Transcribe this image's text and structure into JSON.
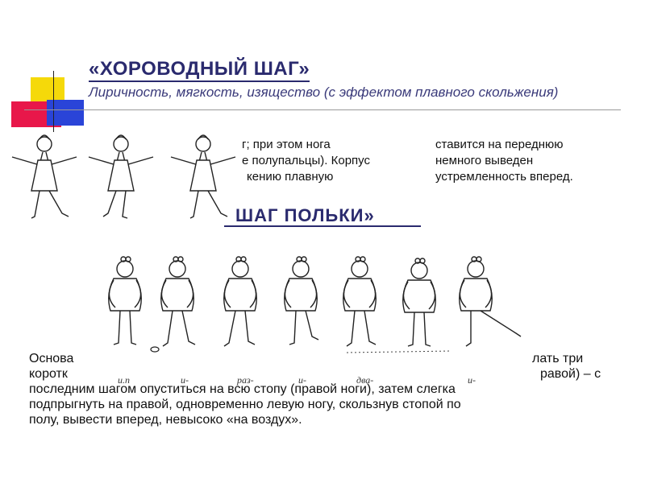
{
  "title": "«ХОРОВОДНЫЙ  ШАГ»",
  "subtitle": "Лиричность, мягкость, изящество (с эффектом плавного скольжения)",
  "visible_fragments": [
    "г; при   этом нога",
    "ставится на переднюю",
    "е полупальцы). Корпус",
    "немного выведен",
    "кению плавную",
    "устремленность вперед."
  ],
  "section2_title": "ШАГ ПОЛЬКИ»",
  "paragraph_lines": [
    "Основа",
    "коротк",
    "последним шагом опуститься на всю стопу (правой ноги), затем слегка",
    "подпрыгнуть на правой, одновременно левую ногу, скользнув стопой по",
    "полу, вывести вперед, невысоко «на воздух»."
  ],
  "paragraph_fragments": [
    "лать три",
    "равой) – с"
  ],
  "step_labels": [
    "и.п",
    "и-",
    "раз-",
    "и-",
    "два-",
    "",
    "и-"
  ],
  "colors": {
    "yellow": "#f5d90a",
    "red": "#e8174a",
    "blue": "#2a44d8",
    "title": "#2a2a6e"
  }
}
